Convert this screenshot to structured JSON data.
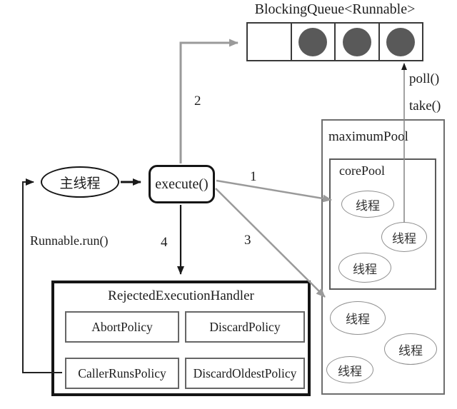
{
  "queue": {
    "title": "BlockingQueue<Runnable>",
    "slots": [
      "empty",
      "filled",
      "filled",
      "filled"
    ]
  },
  "nodes": {
    "main_thread": "主线程",
    "execute": "execute()",
    "maximum_pool": "maximumPool",
    "core_pool": "corePool",
    "thread": "线程"
  },
  "labels": {
    "step1": "1",
    "step2": "2",
    "step3": "3",
    "step4": "4",
    "poll": "poll()",
    "take": "take()",
    "runnable_run": "Runnable.run()"
  },
  "handler": {
    "title": "RejectedExecutionHandler",
    "policies": [
      "AbortPolicy",
      "DiscardPolicy",
      "CallerRunsPolicy",
      "DiscardOldestPolicy"
    ]
  },
  "colors": {
    "queue_circle": "#595959",
    "gray_arrow": "#9a9a9a",
    "black_arrow": "#1a1a1a",
    "pool_border": "#6e6e6e"
  }
}
